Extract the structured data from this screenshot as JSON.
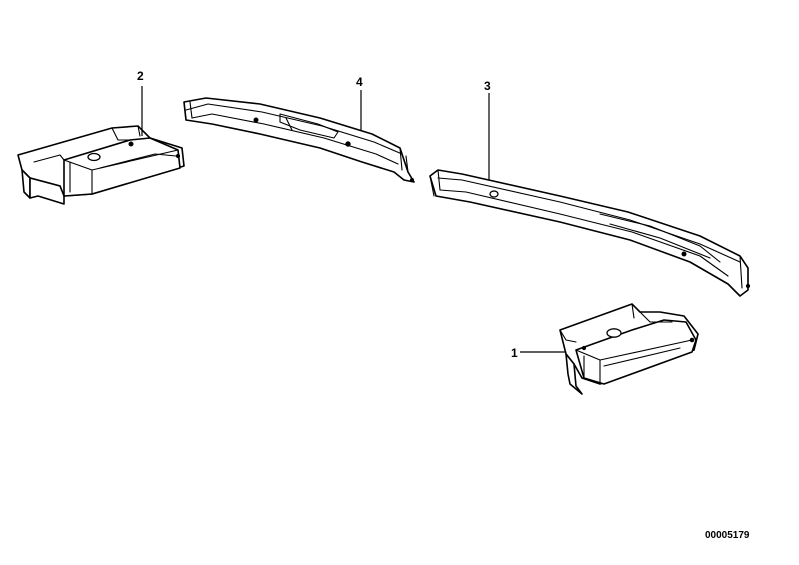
{
  "callouts": {
    "part1": "1",
    "part2": "2",
    "part3": "3",
    "part4": "4"
  },
  "reference_number": "00005179"
}
